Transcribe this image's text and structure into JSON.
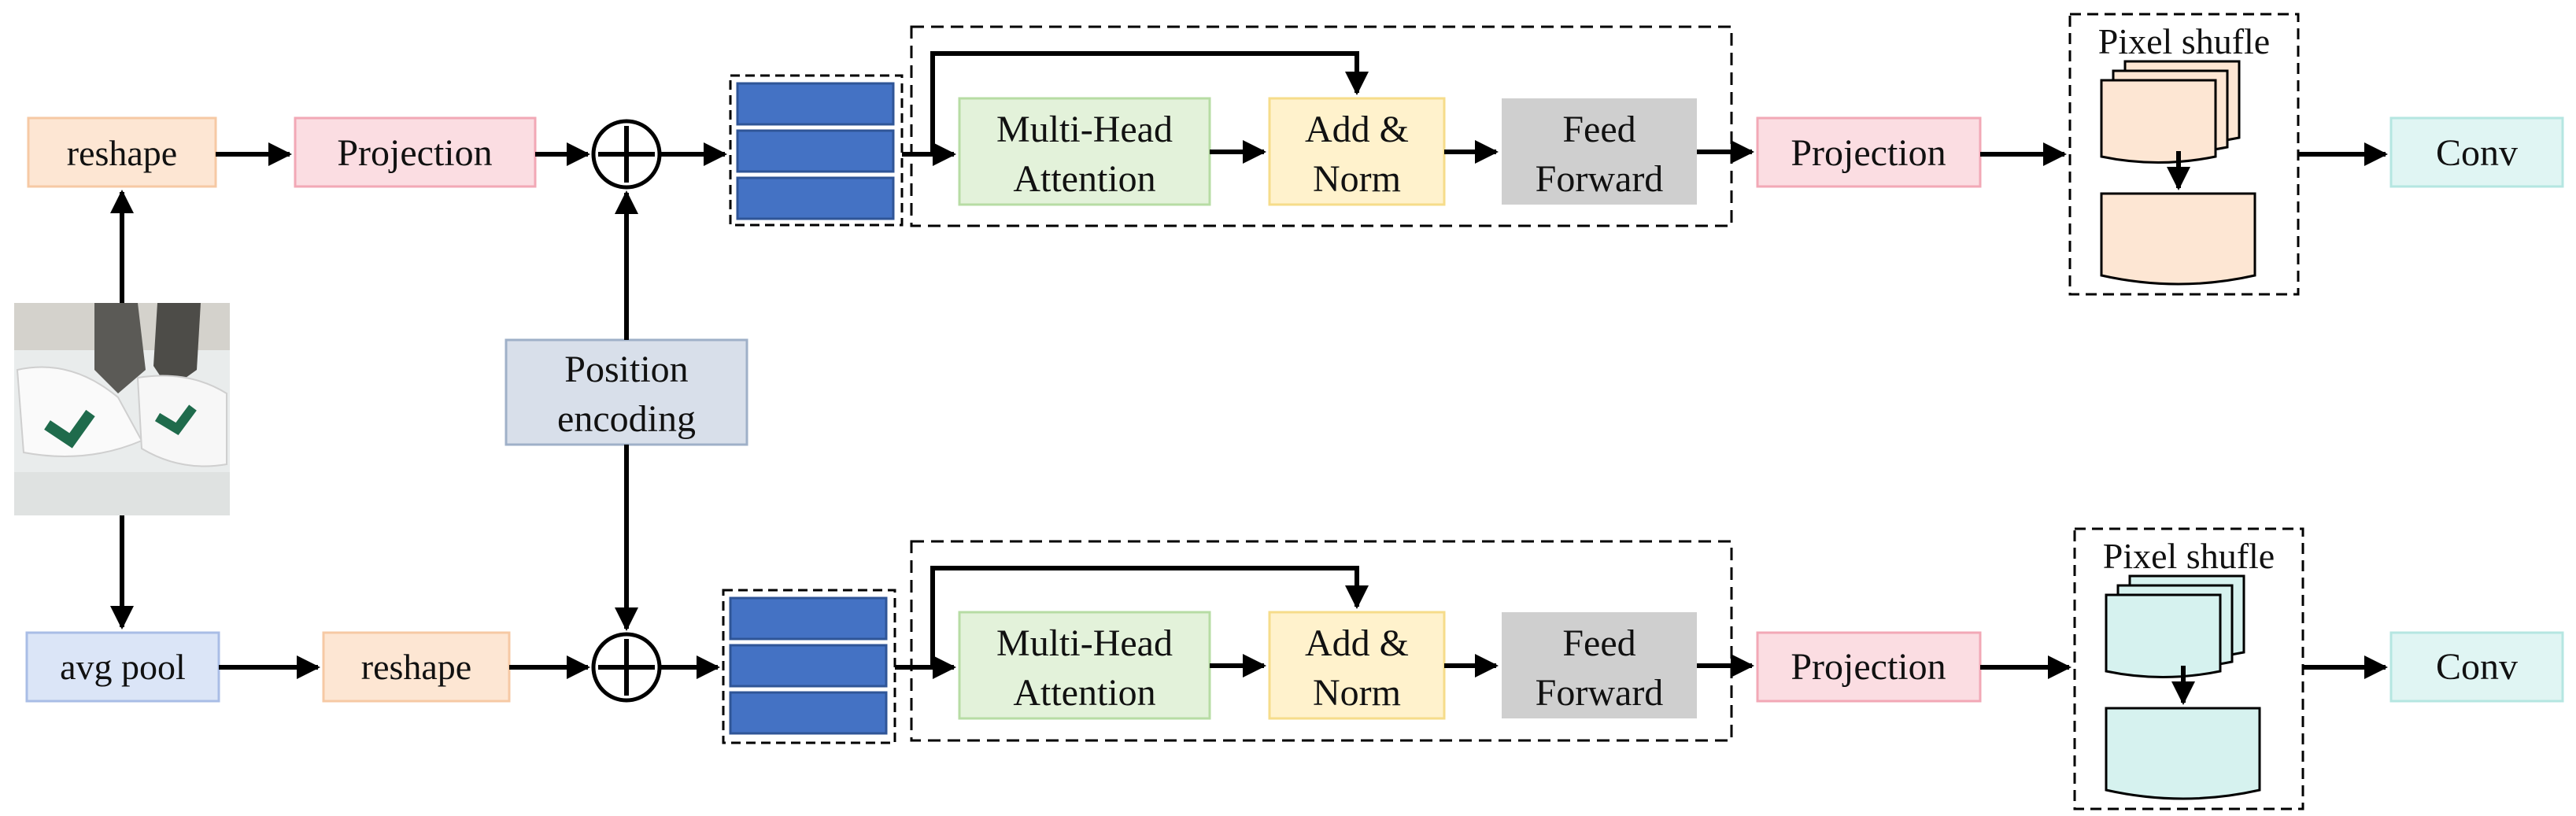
{
  "labels": {
    "reshape": "reshape",
    "projection": "Projection",
    "position_encoding_line1": "Position",
    "position_encoding_line2": "encoding",
    "avg_pool": "avg pool",
    "multi_head_line1": "Multi-Head",
    "multi_head_line2": "Attention",
    "add_norm_line1": "Add &",
    "add_norm_line2": "Norm",
    "feed_forward_line1": "Feed",
    "feed_forward_line2": "Forward",
    "pixel_shuffle": "Pixel shufle",
    "conv": "Conv"
  },
  "colors": {
    "reshape_fill": "#fde6d3",
    "reshape_stroke": "#f6c9a4",
    "projection_fill": "#fbdde2",
    "projection_stroke": "#f2a8b6",
    "position_fill": "#d8dfea",
    "position_stroke": "#9fb0c8",
    "avgpool_fill": "#dbe5f7",
    "avgpool_stroke": "#a9bde6",
    "attention_fill": "#e3f2da",
    "attention_stroke": "#b7dca4",
    "addnorm_fill": "#fff2cc",
    "addnorm_stroke": "#f6dc8a",
    "feedforward_fill": "#cfcfcf",
    "conv_fill": "#e0f5f3",
    "conv_stroke": "#b5e6e1",
    "token_fill": "#4472c4",
    "token_stroke": "#2f5597",
    "shuffle_top_fill": "#fde6d3",
    "shuffle_bottom_fill": "#d6f2ef"
  }
}
